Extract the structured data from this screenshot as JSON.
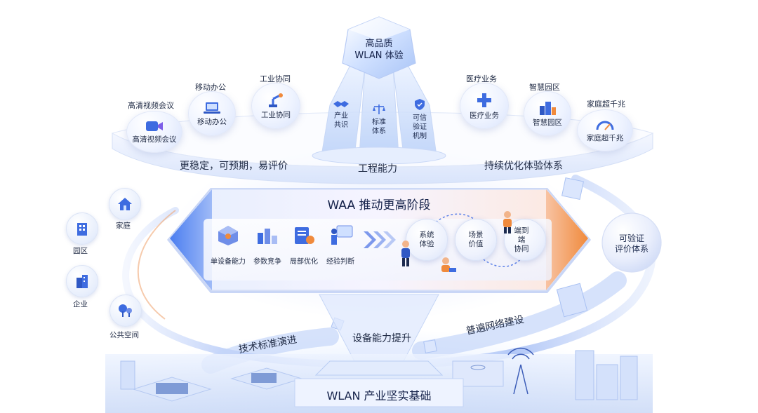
{
  "top_crystal": {
    "line1": "高品质",
    "line2": "WLAN 体验"
  },
  "pillars": [
    {
      "line1": "产业",
      "line2": "共识",
      "icon": "handshake-icon"
    },
    {
      "line1": "标准",
      "line2": "体系",
      "icon": "scale-icon"
    },
    {
      "line1": "可信",
      "line2": "验证",
      "line3": "机制",
      "icon": "shield-icon"
    }
  ],
  "left_scenarios": [
    {
      "top_label": "高清视频会议",
      "label": "高清视频会议",
      "icon": "video-camera-icon"
    },
    {
      "top_label": "移动办公",
      "label": "移动办公",
      "icon": "laptop-icon"
    },
    {
      "top_label": "工业协同",
      "label": "工业协同",
      "icon": "robot-arm-icon"
    }
  ],
  "right_scenarios": [
    {
      "top_label": "医疗业务",
      "label": "医疗业务",
      "icon": "medical-cross-icon"
    },
    {
      "top_label": "智慧园区",
      "label": "智慧园区",
      "icon": "buildings-icon"
    },
    {
      "top_label": "家庭超千兆",
      "label": "家庭超千兆",
      "icon": "speedometer-icon"
    }
  ],
  "band": {
    "left": "更稳定，可预期，易评价",
    "center": "工程能力",
    "right": "持续优化体验体系"
  },
  "waa": {
    "title": "WAA 推动更高阶段",
    "tools": [
      {
        "label": "单设备能力",
        "icon": "device-capability-icon"
      },
      {
        "label": "参数竞争",
        "icon": "parameter-icon"
      },
      {
        "label": "局部优化",
        "icon": "local-optimize-icon"
      },
      {
        "label": "经验判断",
        "icon": "experience-icon"
      }
    ],
    "stages": [
      {
        "line1": "系统",
        "line2": "体验"
      },
      {
        "line1": "场景",
        "line2": "价值"
      },
      {
        "line1": "端到端",
        "line2": "协同"
      }
    ]
  },
  "verify": {
    "line1": "可验证",
    "line2": "评价体系"
  },
  "side_items": [
    {
      "label": "家庭",
      "icon": "home-icon"
    },
    {
      "label": "园区",
      "icon": "campus-building-icon"
    },
    {
      "label": "企业",
      "icon": "enterprise-building-icon"
    },
    {
      "label": "公共空间",
      "icon": "park-tree-icon"
    }
  ],
  "bottom": {
    "left_arc": "技术标准演进",
    "center": "设备能力提升",
    "right_arc": "普遍网络建设",
    "foundation": "WLAN 产业坚实基础"
  },
  "colors": {
    "accent_blue": "#3b6fe0",
    "accent_orange": "#f08a3c",
    "crystal": "#cfe0ff",
    "ink": "#1d2b4f"
  }
}
